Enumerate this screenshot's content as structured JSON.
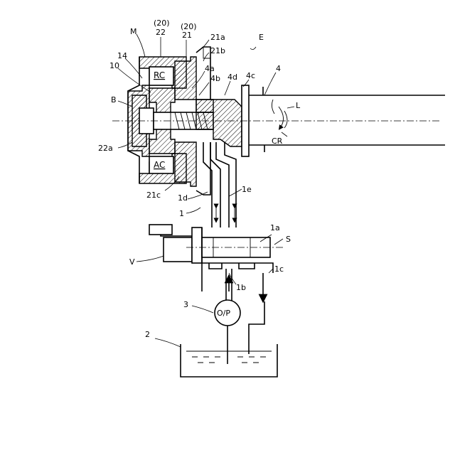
{
  "labels": {
    "M": "M",
    "n20a": "(20)",
    "n22": "22",
    "n20b": "(20)",
    "n21": "21",
    "n21a": "21a",
    "n21b": "21b",
    "E": "E",
    "n14": "14",
    "n10": "10",
    "RC": "RC",
    "n4a": "4a",
    "n4b": "4b",
    "n4d": "4d",
    "n4c": "4c",
    "n4": "4",
    "B": "B",
    "L": "L",
    "CR": "CR",
    "n22a": "22a",
    "AC": "AC",
    "n21c": "21c",
    "n1d": "1d",
    "n1e": "1e",
    "n1": "1",
    "n1a": "1a",
    "S": "S",
    "V": "V",
    "n1b": "1b",
    "n1c": "1c",
    "n3": "3",
    "OP": "O/P",
    "n2": "2"
  }
}
